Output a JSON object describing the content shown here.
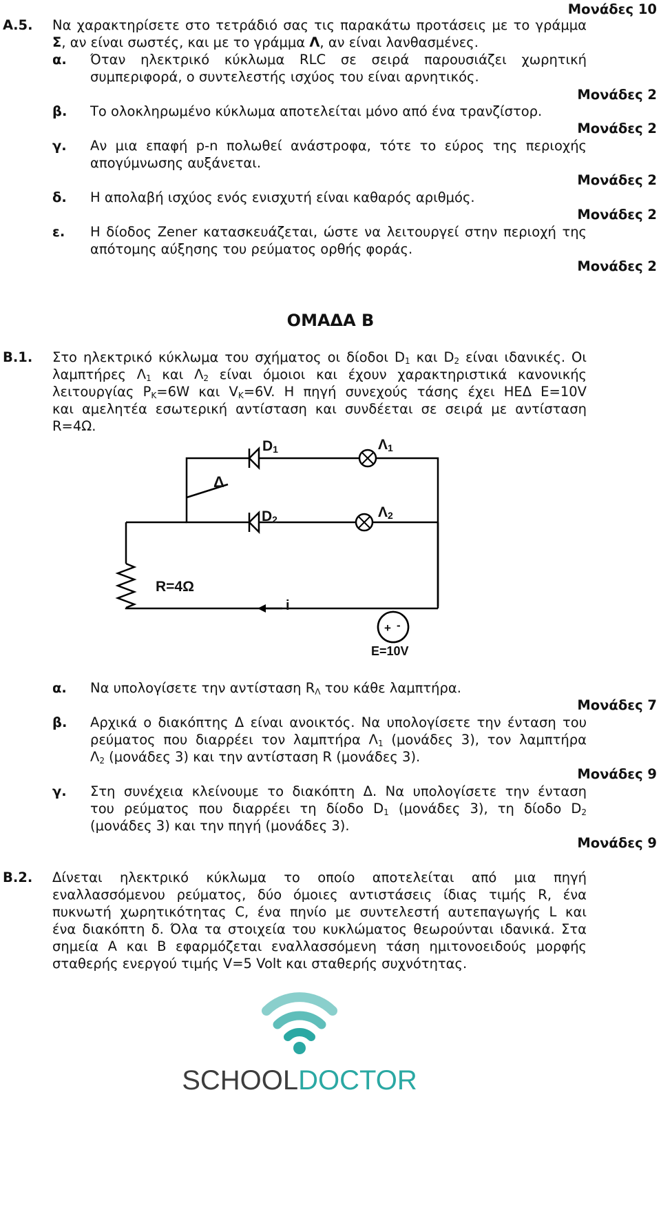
{
  "top_marks": "Μονάδες 10",
  "a5": {
    "label": "Α.5.",
    "intro_line1": "Να χαρακτηρίσετε στο τετράδιό σας τις παρακάτω προτάσεις με το γράμμα",
    "intro_line2_a": "Σ",
    "intro_line2_b": ", αν είναι σωστές, και με το γράμμα ",
    "intro_line2_c": "Λ",
    "intro_line2_d": ", αν είναι λανθασμένες.",
    "items": [
      {
        "label": "α.",
        "line1": "Όταν ηλεκτρικό κύκλωμα RLC σε σειρά παρουσιάζει χωρητική",
        "line2": "συμπεριφορά, ο συντελεστής ισχύος του είναι αρνητικός.",
        "marks": "Μονάδες 2"
      },
      {
        "label": "β.",
        "line1": "Το ολοκληρωμένο κύκλωμα αποτελείται μόνο από ένα τρανζίστορ.",
        "marks": "Μονάδες 2"
      },
      {
        "label": "γ.",
        "line1": "Αν μια επαφή p-n πολωθεί ανάστροφα, τότε το εύρος της περιοχής",
        "line2": "απογύμνωσης αυξάνεται.",
        "marks": "Μονάδες 2"
      },
      {
        "label": "δ.",
        "line1": "Η απολαβή ισχύος ενός ενισχυτή είναι καθαρός αριθμός.",
        "marks": "Μονάδες 2"
      },
      {
        "label": "ε.",
        "line1": "Η δίοδος Zener κατασκευάζεται, ώστε να λειτουργεί στην περιοχή της",
        "line2": "απότομης αύξησης του ρεύματος ορθής φοράς.",
        "marks": "Μονάδες 2"
      }
    ]
  },
  "group_b_heading": "ΟΜΑΔΑ Β",
  "b1": {
    "label": "Β.1.",
    "line1_a": "Στο ηλεκτρικό κύκλωμα του σχήματος οι δίοδοι D",
    "line1_sub1": "1",
    "line1_b": " και D",
    "line1_sub2": "2",
    "line1_c": " είναι ιδανικές. Οι",
    "line2_a": "λαμπτήρες Λ",
    "line2_sub1": "1",
    "line2_b": " και Λ",
    "line2_sub2": "2",
    "line2_c": " είναι όμοιοι και έχουν χαρακτηριστικά κανονικής",
    "line3_a": "λειτουργίας P",
    "line3_sub1": "K",
    "line3_b": "=6W και V",
    "line3_sub2": "K",
    "line3_c": "=6V. Η πηγή συνεχούς τάσης έχει ΗΕΔ E=10V",
    "line4": "και αμελητέα εσωτερική αντίσταση και συνδέεται σε σειρά με αντίσταση",
    "line5": "R=4Ω.",
    "circuit": {
      "d1": "D",
      "d1_sub": "1",
      "l1": "Λ",
      "l1_sub": "1",
      "switch": "Δ",
      "d2": "D",
      "d2_sub": "2",
      "l2": "Λ",
      "l2_sub": "2",
      "resistor": "R=4Ω",
      "current": "i",
      "source_plus": "+",
      "source_minus": "-",
      "source": "E=10V"
    },
    "questions": [
      {
        "label": "α.",
        "line1_a": "Να υπολογίσετε την αντίσταση R",
        "line1_sub": "Λ",
        "line1_b": " του κάθε λαμπτήρα.",
        "marks": "Μονάδες 7"
      },
      {
        "label": "β.",
        "line1": "Αρχικά ο διακόπτης Δ είναι ανοικτός. Να υπολογίσετε την ένταση του",
        "line2_a": "ρεύματος που διαρρέει τον λαμπτήρα Λ",
        "line2_sub": "1",
        "line2_b": " (μονάδες 3), τον λαμπτήρα",
        "line3_a": "Λ",
        "line3_sub": "2",
        "line3_b": " (μονάδες 3) και την αντίσταση R (μονάδες 3).",
        "marks": "Μονάδες 9"
      },
      {
        "label": "γ.",
        "line1": "Στη συνέχεια κλείνουμε το διακόπτη Δ. Να υπολογίσετε την ένταση",
        "line2_a": "του ρεύματος που διαρρέει τη δίοδο D",
        "line2_sub1": "1",
        "line2_b": " (μονάδες 3), τη δίοδο D",
        "line2_sub2": "2",
        "line3": "(μονάδες 3) και την πηγή (μονάδες 3).",
        "marks": "Μονάδες 9"
      }
    ]
  },
  "b2": {
    "label": "Β.2.",
    "line1": "Δίνεται ηλεκτρικό κύκλωμα το οποίο αποτελείται από μια πηγή",
    "line2": "εναλλασσόμενου ρεύματος, δύο όμοιες αντιστάσεις ίδιας τιμής R, ένα",
    "line3": "πυκνωτή χωρητικότητας C, ένα πηνίο με συντελεστή αυτεπαγωγής L και",
    "line4": "ένα διακόπτη δ. Όλα τα στοιχεία του κυκλώματος θεωρούνται ιδανικά. Στα",
    "line5": "σημεία Α και Β εφαρμόζεται εναλλασσόμενη τάση ημιτονοειδούς μορφής",
    "line6": "σταθερής ενεργού τιμής V=5 Volt και σταθερής συχνότητας."
  },
  "logo": {
    "part1": "SCHOOL",
    "part2": "DOCTOR",
    "color1": "#3d3d3d",
    "color2": "#2aa8a3"
  }
}
